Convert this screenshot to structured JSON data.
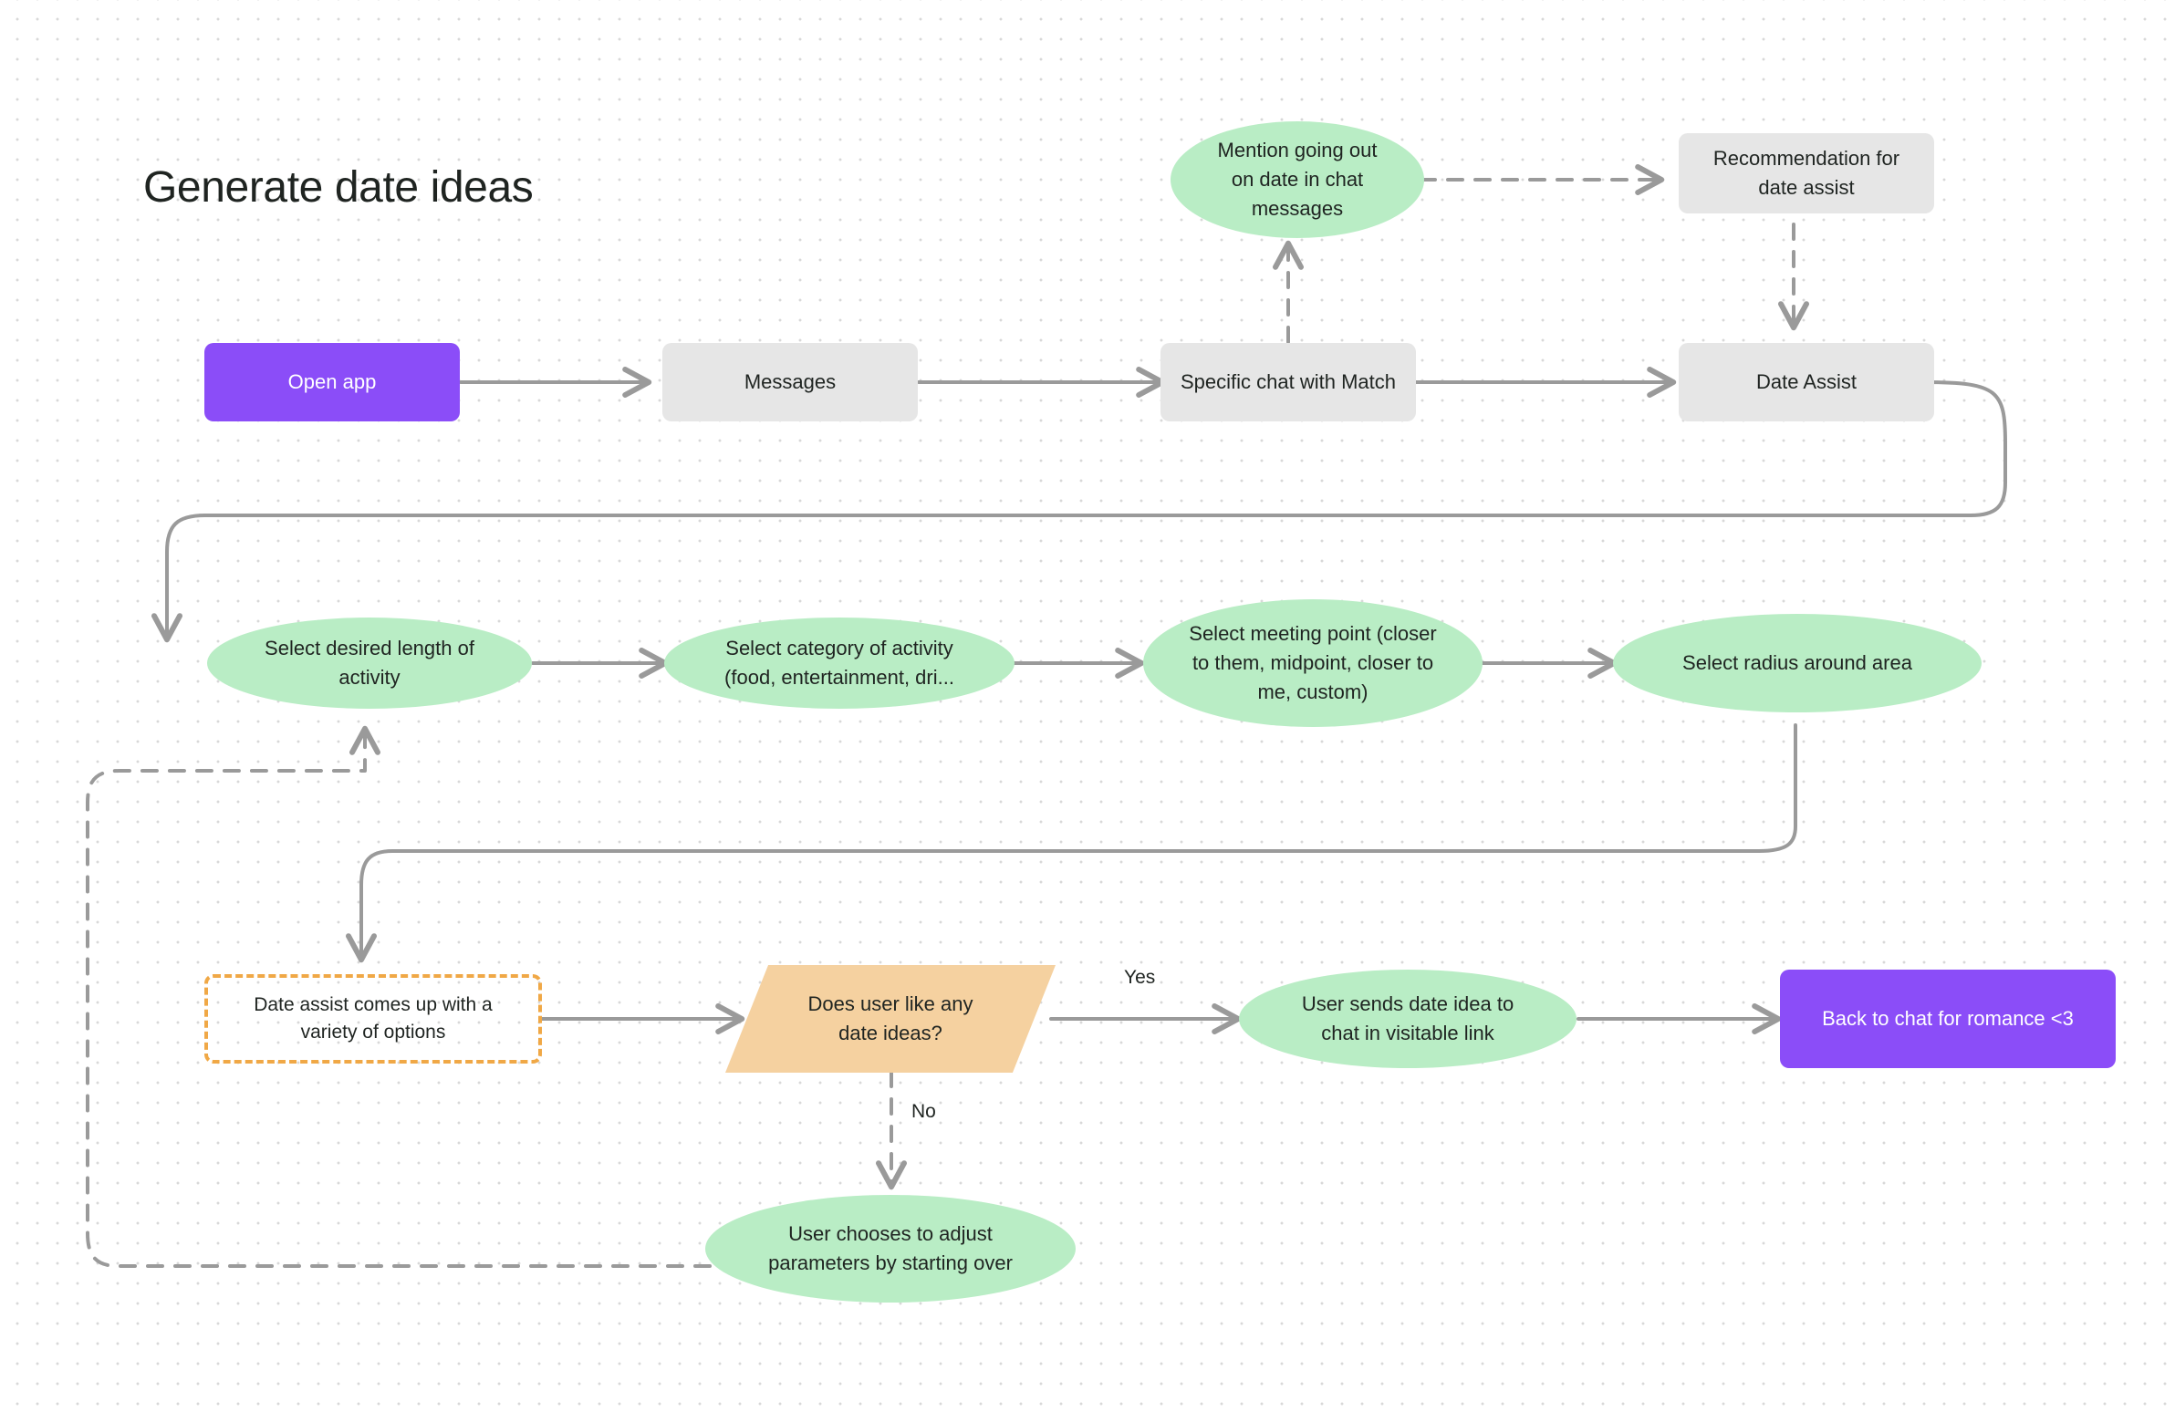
{
  "diagram": {
    "title": "Generate date ideas",
    "palette": {
      "purple": "#8b4df8",
      "grey": "#e6e6e6",
      "green": "#b9edc5",
      "orange_fill": "#f5d1a0",
      "orange_stroke": "#f0a846",
      "edge": "#9a9a9a",
      "text": "#1f2421",
      "background": "#ffffff",
      "grid_dot": "#d8d8d8"
    },
    "nodes": [
      {
        "id": "mention-going-out",
        "label": "Mention going out\non date in chat\nmessages",
        "shape": "ellipse"
      },
      {
        "id": "recommendation",
        "label": "Recommendation for\ndate assist",
        "shape": "rect"
      },
      {
        "id": "open-app",
        "label": "Open app",
        "shape": "purple"
      },
      {
        "id": "messages",
        "label": "Messages",
        "shape": "rect"
      },
      {
        "id": "specific-chat",
        "label": "Specific chat with Match",
        "shape": "rect"
      },
      {
        "id": "date-assist",
        "label": "Date Assist",
        "shape": "rect"
      },
      {
        "id": "select-length",
        "label": "Select desired length of\nactivity",
        "shape": "ellipse"
      },
      {
        "id": "select-category",
        "label": "Select category of activity\n(food, entertainment, dri...",
        "shape": "ellipse"
      },
      {
        "id": "select-meeting-point",
        "label": "Select meeting point (closer\nto them, midpoint, closer to\nme, custom)",
        "shape": "ellipse"
      },
      {
        "id": "select-radius",
        "label": "Select radius around area",
        "shape": "ellipse"
      },
      {
        "id": "date-assist-options",
        "label": "Date assist comes up with a\nvariety of options",
        "shape": "dashed-rect"
      },
      {
        "id": "does-user-like",
        "label": "Does user like any\ndate ideas?",
        "shape": "parallelogram"
      },
      {
        "id": "user-sends-idea",
        "label": "User sends date idea to\nchat in visitable link",
        "shape": "ellipse"
      },
      {
        "id": "back-to-chat",
        "label": "Back to chat for romance <3",
        "shape": "purple"
      },
      {
        "id": "user-adjusts",
        "label": "User chooses to adjust\nparameters by starting over",
        "shape": "ellipse"
      }
    ],
    "edge_labels": [
      {
        "id": "yes-label",
        "text": "Yes"
      },
      {
        "id": "no-label",
        "text": "No"
      }
    ],
    "edges": [
      {
        "from": "open-app",
        "to": "messages",
        "style": "solid"
      },
      {
        "from": "messages",
        "to": "specific-chat",
        "style": "solid"
      },
      {
        "from": "specific-chat",
        "to": "date-assist",
        "style": "solid"
      },
      {
        "from": "specific-chat",
        "to": "mention-going-out",
        "style": "dashed"
      },
      {
        "from": "mention-going-out",
        "to": "recommendation",
        "style": "dashed"
      },
      {
        "from": "recommendation",
        "to": "date-assist",
        "style": "dashed"
      },
      {
        "from": "date-assist",
        "to": "select-length",
        "style": "solid"
      },
      {
        "from": "select-length",
        "to": "select-category",
        "style": "solid"
      },
      {
        "from": "select-category",
        "to": "select-meeting-point",
        "style": "solid"
      },
      {
        "from": "select-meeting-point",
        "to": "select-radius",
        "style": "solid"
      },
      {
        "from": "select-radius",
        "to": "date-assist-options",
        "style": "solid"
      },
      {
        "from": "date-assist-options",
        "to": "does-user-like",
        "style": "solid"
      },
      {
        "from": "does-user-like",
        "to": "user-sends-idea",
        "style": "solid",
        "label": "Yes"
      },
      {
        "from": "user-sends-idea",
        "to": "back-to-chat",
        "style": "solid"
      },
      {
        "from": "does-user-like",
        "to": "user-adjusts",
        "style": "dashed",
        "label": "No"
      },
      {
        "from": "user-adjusts",
        "to": "select-length",
        "style": "dashed"
      }
    ]
  }
}
